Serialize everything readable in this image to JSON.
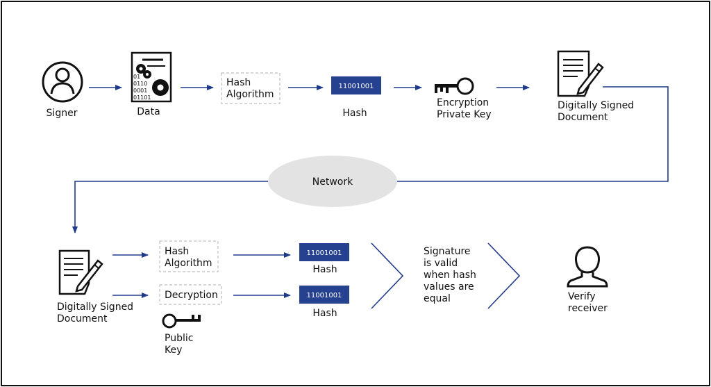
{
  "top_row": {
    "signer_label": "Signer",
    "data_label": "Data",
    "data_bits": [
      "01",
      "0110",
      "0001",
      "01101"
    ],
    "hash_algorithm_lines": [
      "Hash",
      "Algorithm"
    ],
    "hash_value": "11001001",
    "hash_label": "Hash",
    "encryption_key_lines": [
      "Encryption",
      "Private Key"
    ],
    "signed_doc_lines": [
      "Digitally Signed",
      "Document"
    ]
  },
  "network_label": "Network",
  "bottom_row": {
    "signed_doc_lines": [
      "Digitally Signed",
      "Document"
    ],
    "hash_algorithm_lines": [
      "Hash",
      "Algorithm"
    ],
    "decryption_label": "Decryption",
    "public_key_lines": [
      "Public",
      "Key"
    ],
    "hash_value_1": "11001001",
    "hash_label_1": "Hash",
    "hash_value_2": "11001001",
    "hash_label_2": "Hash",
    "signature_lines": [
      "Signature",
      "is valid",
      "when hash",
      "values are",
      "equal"
    ],
    "verify_lines": [
      "Verify",
      "receiver"
    ]
  },
  "colors": {
    "arrow": "#1f3a8a",
    "hash_box": "#25418f",
    "network_fill": "#e3e3e3",
    "dashed": "#bdbdbd"
  }
}
